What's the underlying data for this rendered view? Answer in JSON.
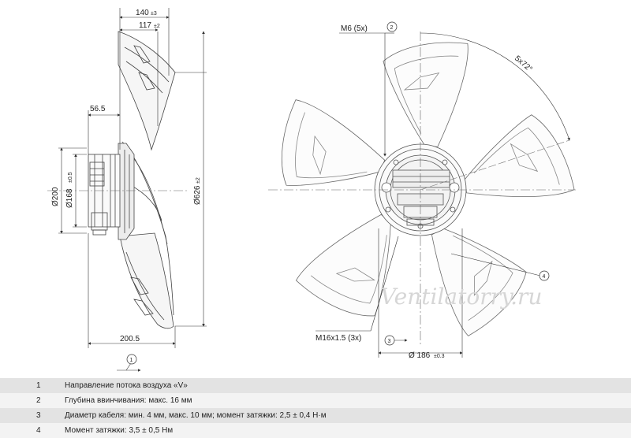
{
  "side_view": {
    "dim_total_depth": "140",
    "dim_total_depth_tol": "±3",
    "dim_blade_depth": "117",
    "dim_blade_depth_tol": "±2",
    "dim_motor_depth": "56.5",
    "dim_motor_dia": "Ø200",
    "dim_hub_dia": "Ø168",
    "dim_hub_dia_tol": "±0.5",
    "dim_fan_dia": "Ø626",
    "dim_fan_dia_tol": "±2",
    "dim_overall_length": "200.5",
    "callout_1": "1"
  },
  "front_view": {
    "thread_label": "M6 (5x)",
    "callout_2": "2",
    "angle_label": "5x72°",
    "cable_gland_label": "M16x1.5 (3x)",
    "callout_3": "3",
    "callout_4": "4",
    "bolt_circle": "Ø 186",
    "bolt_circle_tol": "±0.3",
    "watermark": "Ventilatorry.ru"
  },
  "legend": [
    {
      "num": "1",
      "text": "Направление потока воздуха «V»"
    },
    {
      "num": "2",
      "text": "Глубина ввинчивания: макс. 16 мм"
    },
    {
      "num": "3",
      "text": "Диаметр кабеля: мин. 4 мм, макс. 10 мм; момент затяжки: 2,5 ± 0,4 Н·м"
    },
    {
      "num": "4",
      "text": "Момент затяжки: 3,5 ± 0,5 Нм"
    }
  ]
}
